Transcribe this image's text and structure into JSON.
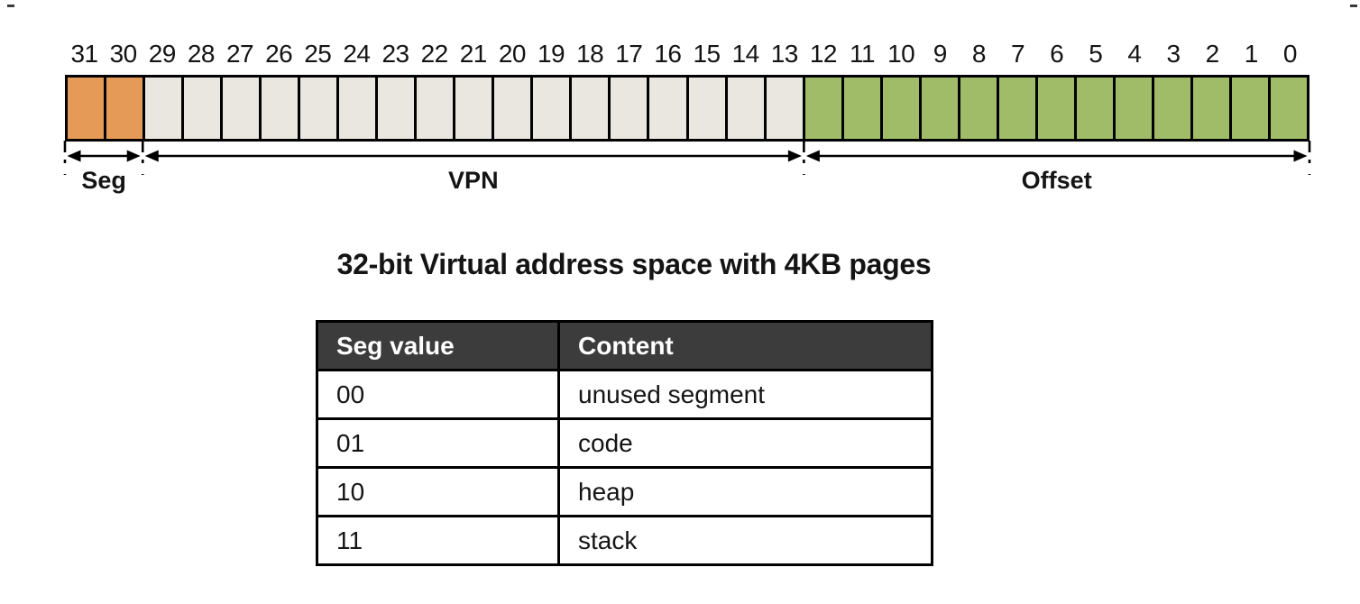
{
  "page": {
    "background": "#FFFFFF"
  },
  "bit_diagram": {
    "total_bits": 32,
    "bit_labels": [
      "31",
      "30",
      "29",
      "28",
      "27",
      "26",
      "25",
      "24",
      "23",
      "22",
      "21",
      "20",
      "19",
      "18",
      "17",
      "16",
      "15",
      "14",
      "13",
      "12",
      "11",
      "10",
      "9",
      "8",
      "7",
      "6",
      "5",
      "4",
      "3",
      "2",
      "1",
      "0"
    ],
    "fields": [
      {
        "name": "seg",
        "label": "Seg",
        "bit_high": 31,
        "bit_low": 30,
        "color": "#E69A57"
      },
      {
        "name": "vpn",
        "label": "VPN",
        "bit_high": 29,
        "bit_low": 13,
        "color": "#E9E7DF"
      },
      {
        "name": "offset",
        "label": "Offset",
        "bit_high": 12,
        "bit_low": 0,
        "color": "#A1BC69"
      }
    ],
    "border_color": "#000000"
  },
  "title": "32-bit Virtual address space with 4KB pages",
  "seg_table": {
    "headers": [
      "Seg value",
      "Content"
    ],
    "rows": [
      {
        "seg_value": "00",
        "content": "unused segment"
      },
      {
        "seg_value": "01",
        "content": "code"
      },
      {
        "seg_value": "10",
        "content": "heap"
      },
      {
        "seg_value": "11",
        "content": "stack"
      }
    ],
    "header_bg": "#3C3C3C",
    "header_text_color": "#FFFFFF",
    "body_bg": "#FFFFFF"
  }
}
